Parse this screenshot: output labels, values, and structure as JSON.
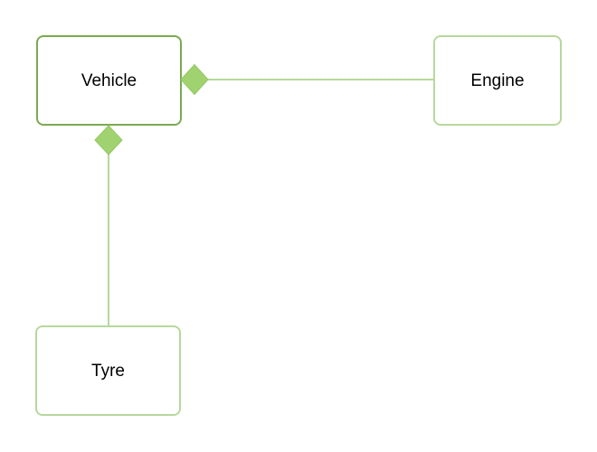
{
  "diagram": {
    "kind": "uml-composition-diagram",
    "nodes": [
      {
        "id": "vehicle",
        "label": "Vehicle"
      },
      {
        "id": "engine",
        "label": "Engine"
      },
      {
        "id": "tyre",
        "label": "Tyre"
      }
    ],
    "edges": [
      {
        "from": "vehicle",
        "to": "engine",
        "type": "composition",
        "diamond_at": "vehicle-right"
      },
      {
        "from": "vehicle",
        "to": "tyre",
        "type": "composition",
        "diamond_at": "vehicle-bottom"
      }
    ]
  },
  "colors": {
    "canvas_background": "#ffffff",
    "vehicle_border": "#7ba951",
    "node_border": "#b6d89c",
    "connector": "#b6d89c",
    "diamond_fill": "#a0d370",
    "diamond_stroke": "#92c861",
    "label_text": "#000000"
  }
}
